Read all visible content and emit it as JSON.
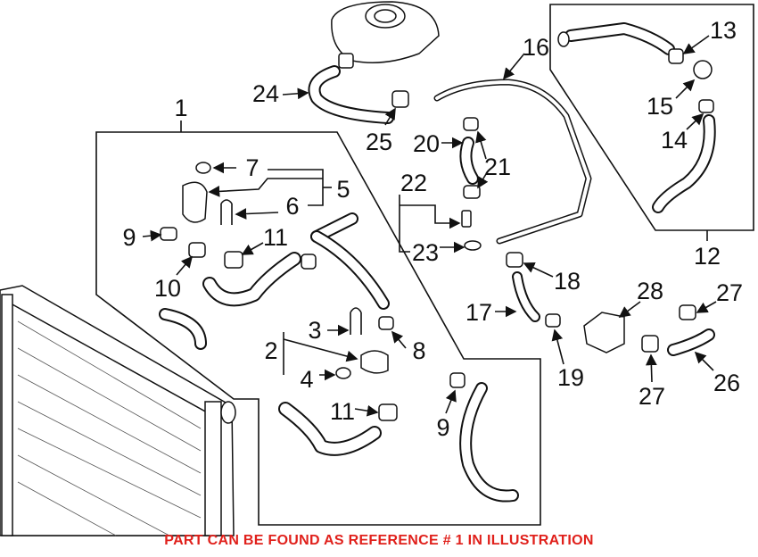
{
  "diagram": {
    "callouts": [
      "1",
      "2",
      "3",
      "4",
      "5",
      "6",
      "7",
      "8",
      "9",
      "9",
      "10",
      "11",
      "11",
      "12",
      "13",
      "14",
      "15",
      "16",
      "17",
      "18",
      "19",
      "20",
      "21",
      "22",
      "23",
      "24",
      "25",
      "26",
      "27",
      "27",
      "28"
    ],
    "caption": "PART CAN BE FOUND AS REFERENCE # 1 IN ILLUSTRATION",
    "caption_color": "#e0201b"
  }
}
